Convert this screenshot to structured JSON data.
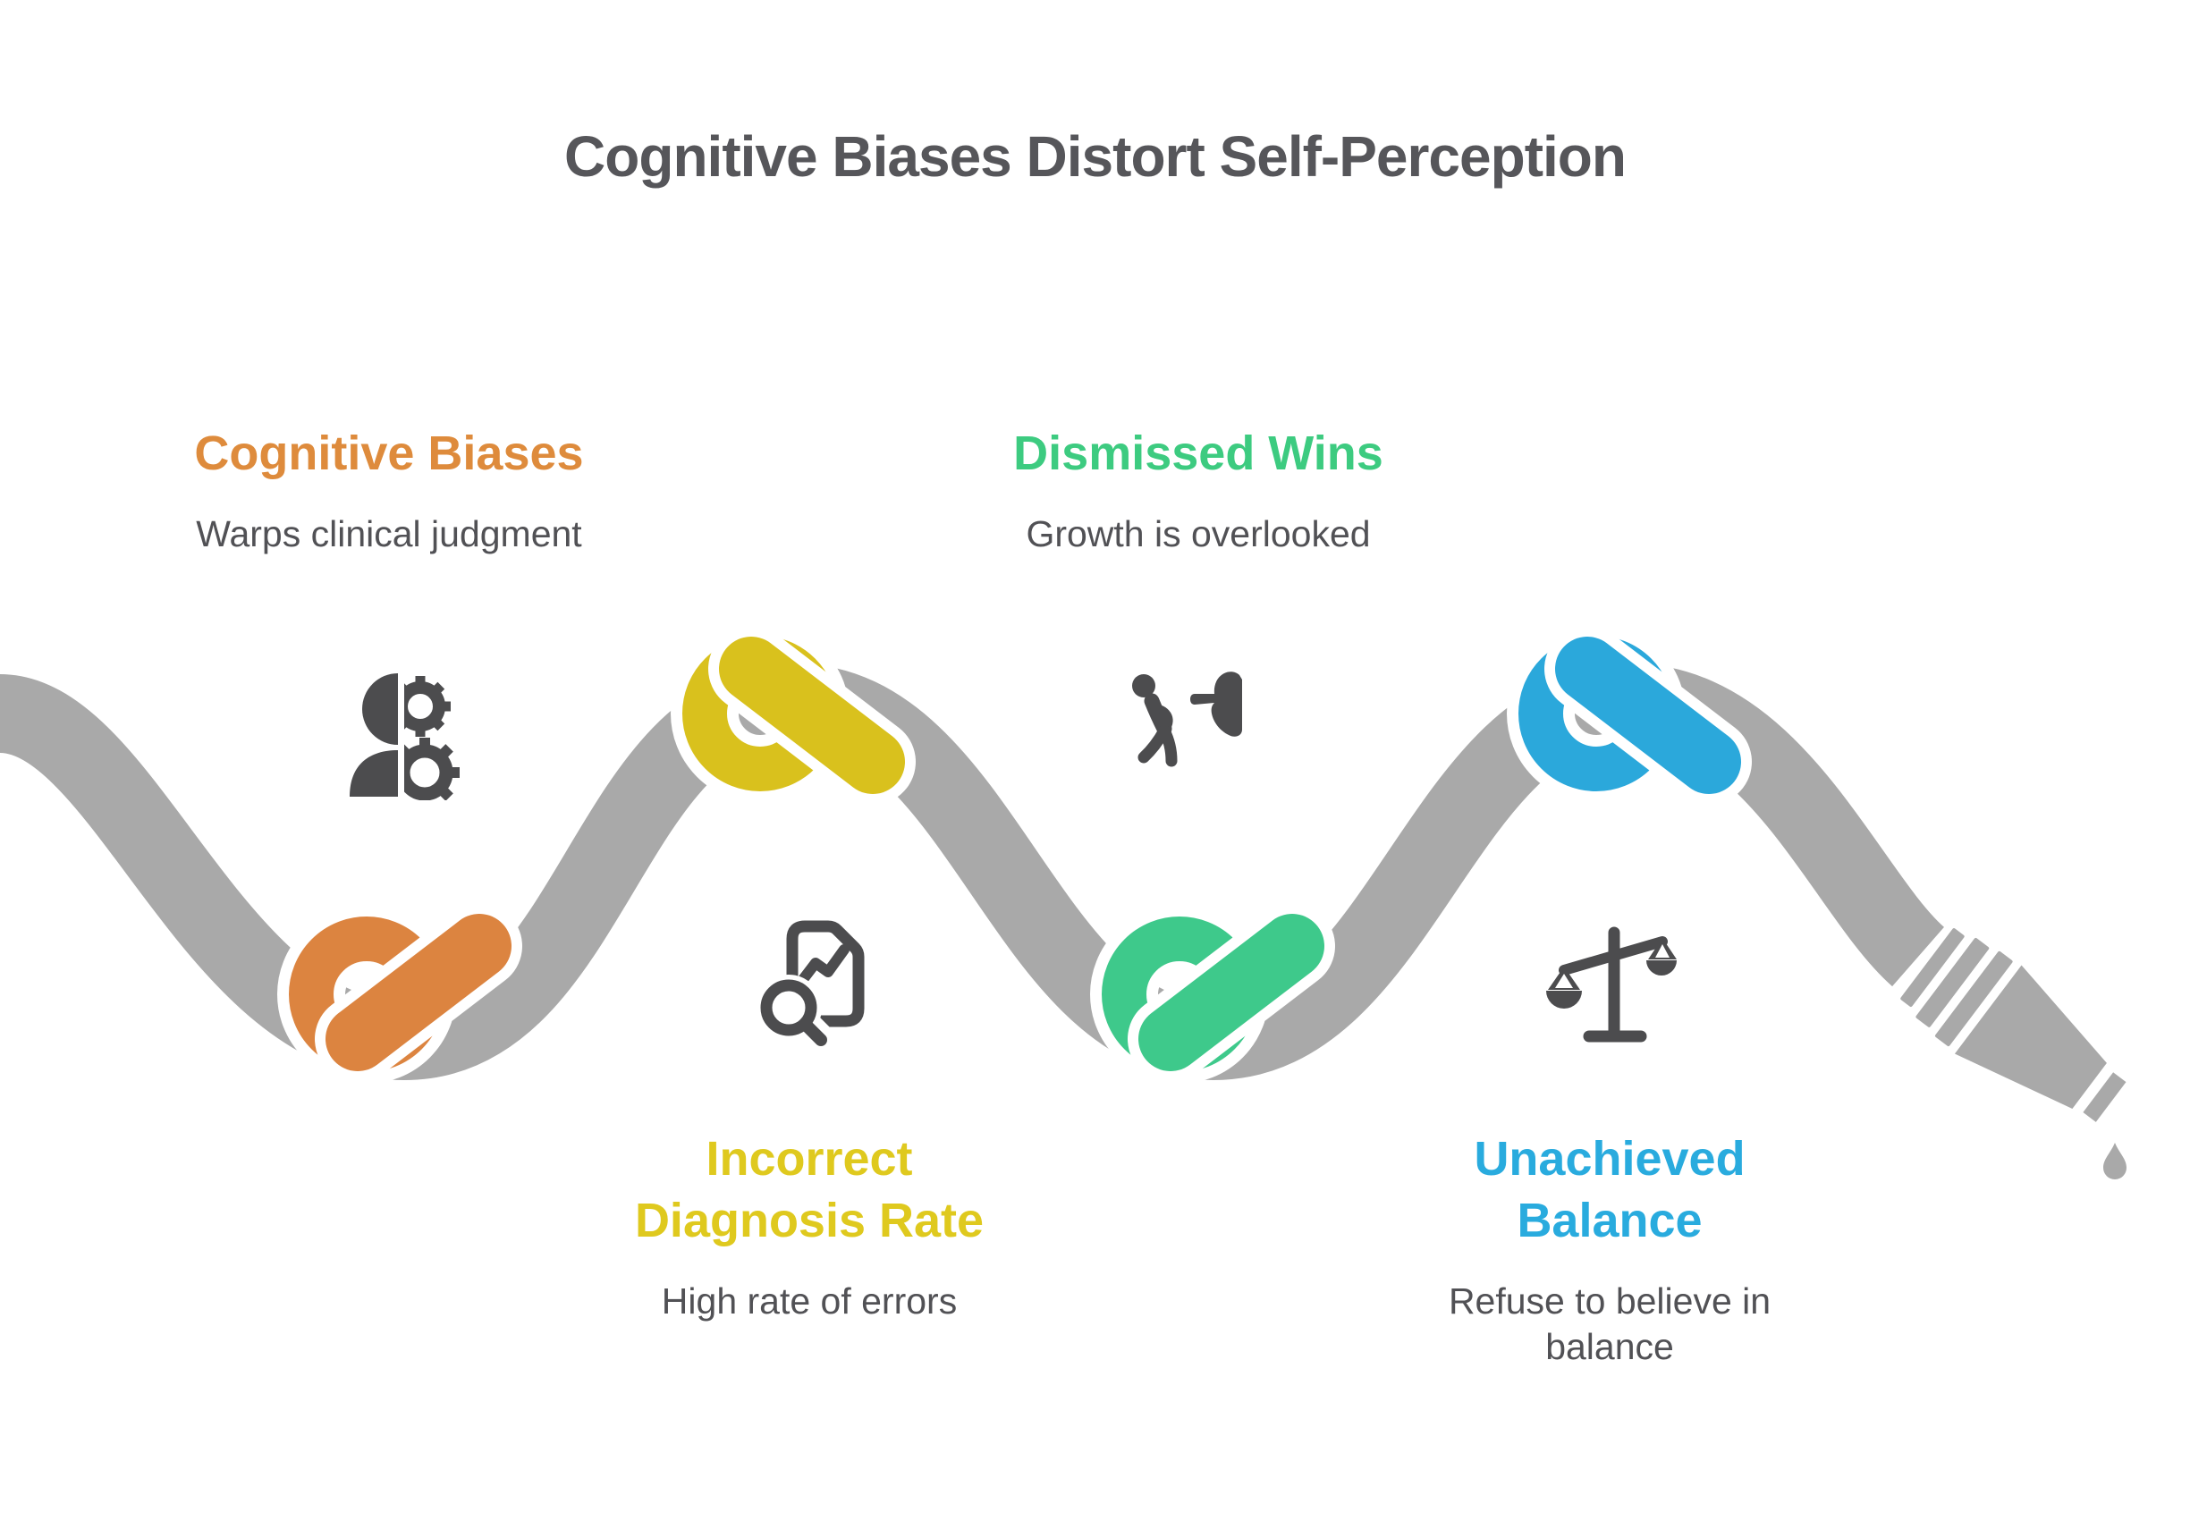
{
  "title": "Cognitive Biases Distort Self-Perception",
  "title_color": "#56565A",
  "description_color": "#515155",
  "icon_color": "#4C4C4E",
  "rope": {
    "color": "#A9A9A9",
    "knot_outline_color": "#FFFFFF",
    "end_style": "nozzle-with-droplet"
  },
  "steps": [
    {
      "label": "Cognitive Biases",
      "description": "Warps clinical judgment",
      "color": "#DE8B3C",
      "knot_color": "#DC8440",
      "knot_position": "trough",
      "icon": "split-person-gear-icon"
    },
    {
      "label": "Incorrect Diagnosis Rate",
      "description": "High rate of errors",
      "color": "#DFC91E",
      "knot_color": "#D9C11D",
      "knot_position": "peak",
      "icon": "report-magnifier-icon"
    },
    {
      "label": "Dismissed Wins",
      "description": "Growth is overlooked",
      "color": "#3DCB80",
      "knot_color": "#3EC98B",
      "knot_position": "trough",
      "icon": "person-flick-dismiss-icon"
    },
    {
      "label": "Unachieved Balance",
      "description": "Refuse to believe in balance",
      "color": "#29ABDE",
      "knot_color": "#2BA8DB",
      "knot_position": "peak",
      "icon": "unbalanced-scale-icon"
    }
  ]
}
